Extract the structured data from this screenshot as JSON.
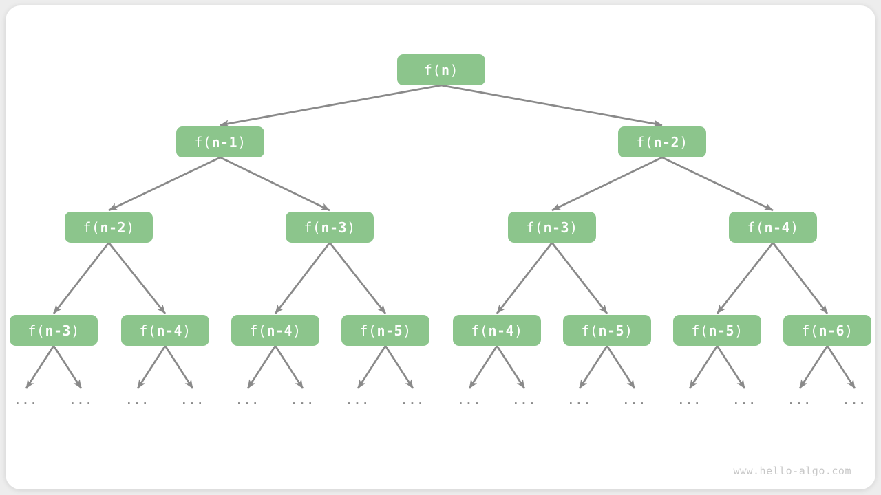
{
  "colors": {
    "page_bg": "#EDEDED",
    "card_bg": "#FFFFFF",
    "node_fill": "#8CC58C",
    "node_text": "#FFFFFF",
    "arrow": "#8A8A8A",
    "dots": "#8A8A8A",
    "watermark": "#C8C8C8"
  },
  "watermark": "www.hello-algo.com",
  "tree": {
    "ellipsis": "...",
    "levels": [
      {
        "nodes": [
          {
            "prefix": "f(",
            "arg": "n",
            "suffix": ")"
          }
        ]
      },
      {
        "nodes": [
          {
            "prefix": "f(",
            "arg": "n-1",
            "suffix": ")"
          },
          {
            "prefix": "f(",
            "arg": "n-2",
            "suffix": ")"
          }
        ]
      },
      {
        "nodes": [
          {
            "prefix": "f(",
            "arg": "n-2",
            "suffix": ")"
          },
          {
            "prefix": "f(",
            "arg": "n-3",
            "suffix": ")"
          },
          {
            "prefix": "f(",
            "arg": "n-3",
            "suffix": ")"
          },
          {
            "prefix": "f(",
            "arg": "n-4",
            "suffix": ")"
          }
        ]
      },
      {
        "nodes": [
          {
            "prefix": "f(",
            "arg": "n-3",
            "suffix": ")"
          },
          {
            "prefix": "f(",
            "arg": "n-4",
            "suffix": ")"
          },
          {
            "prefix": "f(",
            "arg": "n-4",
            "suffix": ")"
          },
          {
            "prefix": "f(",
            "arg": "n-5",
            "suffix": ")"
          },
          {
            "prefix": "f(",
            "arg": "n-4",
            "suffix": ")"
          },
          {
            "prefix": "f(",
            "arg": "n-5",
            "suffix": ")"
          },
          {
            "prefix": "f(",
            "arg": "n-5",
            "suffix": ")"
          },
          {
            "prefix": "f(",
            "arg": "n-6",
            "suffix": ")"
          }
        ]
      }
    ]
  }
}
